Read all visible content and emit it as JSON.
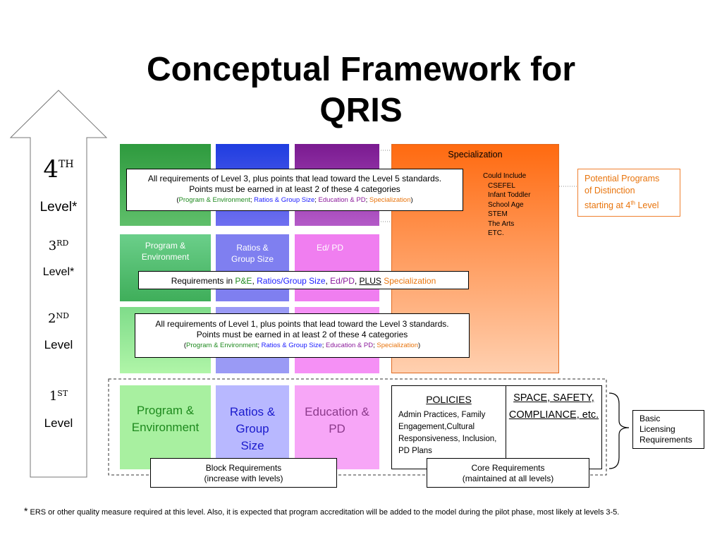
{
  "title": "Conceptual Framework for QRIS",
  "levels": [
    {
      "num": "4",
      "sup": "TH",
      "label": "Level*"
    },
    {
      "num": "3",
      "sup": "RD",
      "label": "Level*"
    },
    {
      "num": "2",
      "sup": "ND",
      "label": "Level"
    },
    {
      "num": "1",
      "sup": "ST",
      "label": "Level"
    }
  ],
  "level4_box": {
    "line1": "All requirements of Level 3, plus points that lead toward the Level 5 standards.",
    "line2": "Points must be earned in at least 2 of these 4 categories",
    "cats": [
      "Program & Environment",
      "Ratios & Group Size",
      "Education & PD",
      "Specialization"
    ]
  },
  "level3_cells": [
    "Program & Environment",
    "Ratios & Group Size",
    "Ed/ PD"
  ],
  "level3_box": {
    "prefix": "Requirements in ",
    "pe": "P&E",
    "ratios": "Ratios/Group Size",
    "edpd": "Ed/PD",
    "plus": "PLUS",
    "spec": "Specialization"
  },
  "level2_box": {
    "line1": "All requirements of Level 1, plus points that lead toward the Level 3 standards.",
    "line2": "Points must be earned in at least 2 of these 4 categories",
    "cats": [
      "Program & Environment",
      "Ratios & Group Size",
      "Education & PD",
      "Specialization"
    ]
  },
  "specialization": {
    "title": "Specialization",
    "could": "Could Include",
    "items": [
      "CSEFEL",
      "Infant Toddler",
      "School Age",
      "STEM",
      "The Arts",
      "ETC."
    ]
  },
  "distinction": {
    "line1": "Potential Programs",
    "line2": "of Distinction",
    "line3": "starting at 4",
    "sup": "th",
    "line3b": " Level"
  },
  "level1": {
    "pe": "Program & Environment",
    "ratios": "Ratios & Group Size",
    "edpd": "Education & PD",
    "policies_title": "POLICIES",
    "policies_text": "Admin Practices, Family Engagement,Cultural Responsiveness, Inclusion, PD Plans",
    "space": "SPACE, SAFETY, COMPLIANCE, etc."
  },
  "block_req": {
    "line1": "Block Requirements",
    "line2": "(increase with levels)"
  },
  "core_req": {
    "line1": "Core Requirements",
    "line2": "(maintained at all levels)"
  },
  "basic": "Basic Licensing Requirements",
  "footnote_star": "*",
  "footnote": " ERS or other quality measure required at this level.  Also, it is expected that program accreditation will be added to the model during the pilot phase, most likely at levels 3-5.",
  "colors": {
    "green_dark": "#2e9a3e",
    "green_mid": "#6bcf8a",
    "green_light": "#a8f0a0",
    "blue_dark": "#1f3de0",
    "blue_mid": "#7f7ff0",
    "blue_light": "#b4b4ff",
    "purple_dark": "#7a1a90",
    "pink_mid": "#f07ef0",
    "pink_light": "#f7a6f7",
    "orange": "#f26a10"
  }
}
